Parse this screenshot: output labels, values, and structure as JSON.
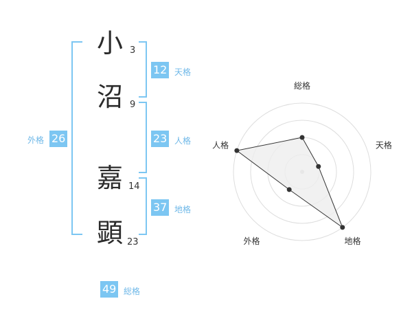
{
  "name": {
    "chars": [
      {
        "char": "小",
        "strokes": "3"
      },
      {
        "char": "沼",
        "strokes": "9"
      },
      {
        "char": "嘉",
        "strokes": "14"
      },
      {
        "char": "顕",
        "strokes": "23"
      }
    ]
  },
  "fortunes": {
    "tenkaku": {
      "label": "天格",
      "value": "12"
    },
    "jinkaku": {
      "label": "人格",
      "value": "23"
    },
    "chikaku": {
      "label": "地格",
      "value": "37"
    },
    "gaikaku": {
      "label": "外格",
      "value": "26"
    },
    "soukaku": {
      "label": "総格",
      "value": "49"
    }
  },
  "colors": {
    "accent": "#7cc6f2",
    "accent_text": "#6fb8e8",
    "radar_fill": "#eeeeee"
  },
  "chart_data": {
    "type": "radar",
    "axes": [
      "総格",
      "天格",
      "地格",
      "外格",
      "人格"
    ],
    "values": [
      0.5,
      0.25,
      1.0,
      0.32,
      1.0
    ],
    "ring_count": 4,
    "grid": true
  }
}
